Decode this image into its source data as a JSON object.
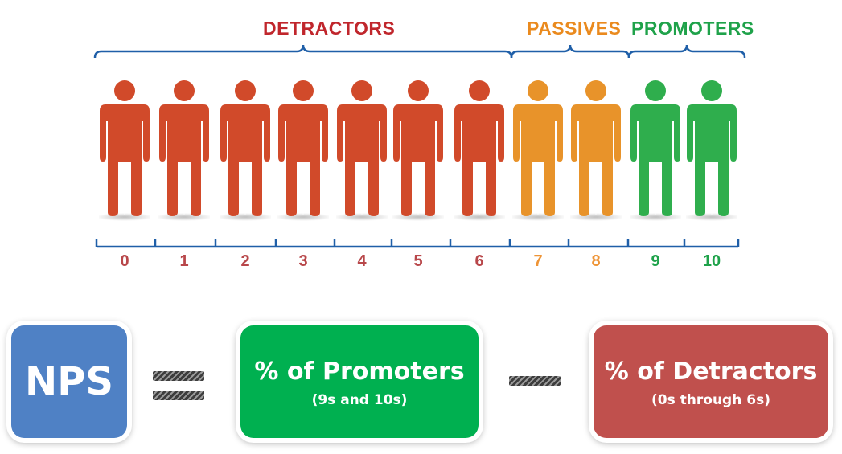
{
  "groups": [
    {
      "label": "DETRACTORS",
      "color": "#c0262c",
      "scores": [
        0,
        1,
        2,
        3,
        4,
        5,
        6
      ]
    },
    {
      "label": "PASSIVES",
      "color": "#ea8a1e",
      "scores": [
        7,
        8
      ]
    },
    {
      "label": "PROMOTERS",
      "color": "#1fa24a",
      "scores": [
        9,
        10
      ]
    }
  ],
  "scale": [
    "0",
    "1",
    "2",
    "3",
    "4",
    "5",
    "6",
    "7",
    "8",
    "9",
    "10"
  ],
  "person_colors": {
    "detractor": "#d14a2a",
    "passive": "#e8932a",
    "promoter": "#2fae4d"
  },
  "label_colors": {
    "detractor": "#b8474a",
    "passive": "#ee9436",
    "promoter": "#1ea24a"
  },
  "bracket_color": "#1f5fa8",
  "formula": {
    "nps": "NPS",
    "equals": "=",
    "promoters": {
      "title": "% of Promoters",
      "subtitle": "(9s and 10s)"
    },
    "minus": "−",
    "detractors": {
      "title": "% of Detractors",
      "subtitle": "(0s through 6s)"
    }
  }
}
